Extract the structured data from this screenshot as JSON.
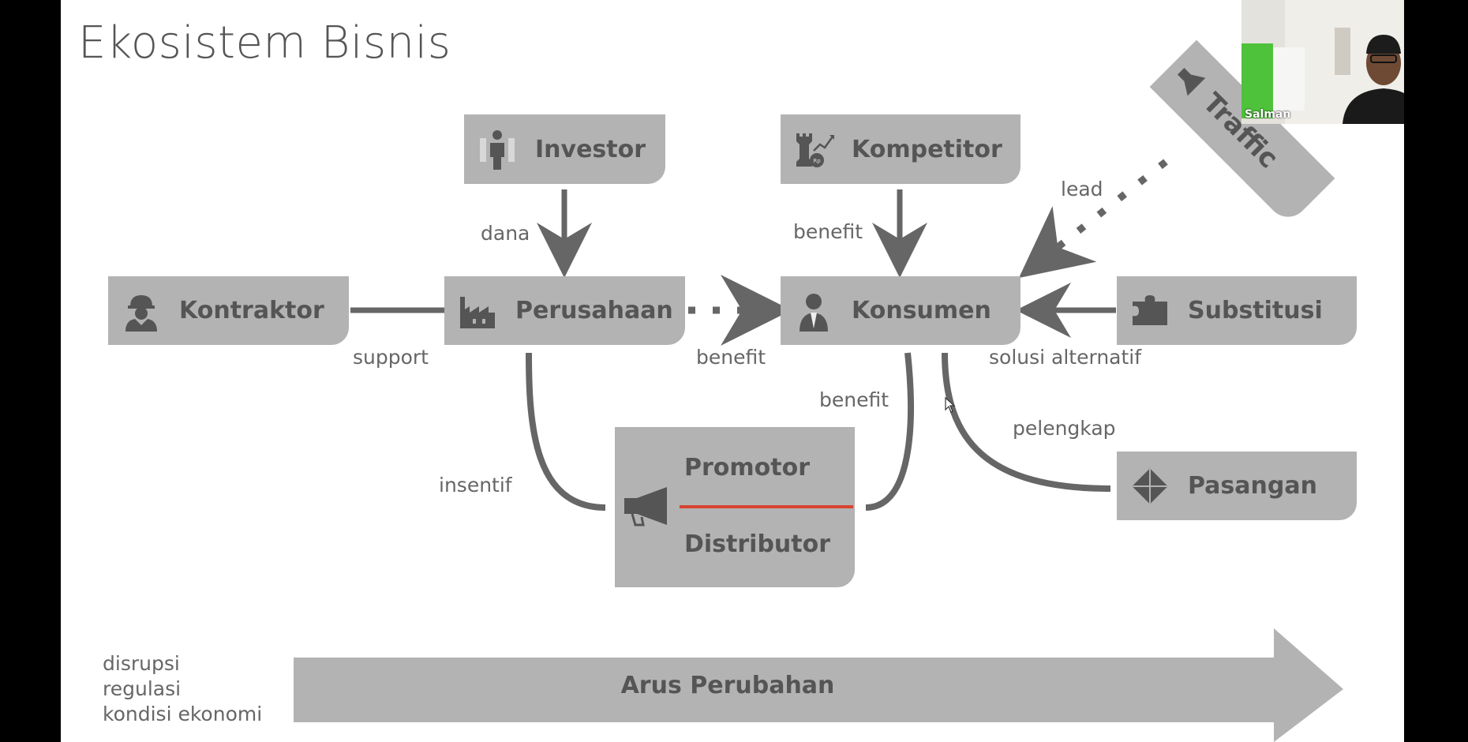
{
  "slide": {
    "title": "Ekosistem Bisnis"
  },
  "nodes": {
    "investor": {
      "label": "Investor",
      "icon": "businessman-icon"
    },
    "kompetitor": {
      "label": "Kompetitor",
      "icon": "chess-rook-growth-icon"
    },
    "kontraktor": {
      "label": "Kontraktor",
      "icon": "worker-helmet-icon"
    },
    "perusahaan": {
      "label": "Perusahaan",
      "icon": "factory-icon"
    },
    "konsumen": {
      "label": "Konsumen",
      "icon": "person-icon"
    },
    "substitusi": {
      "label": "Substitusi",
      "icon": "puzzle-piece-icon"
    },
    "pasangan": {
      "label": "Pasangan",
      "icon": "puzzle-pieces-icon"
    },
    "traffic": {
      "label": "Traffic",
      "icon": "megaphone-icon"
    },
    "promotor": {
      "label": "Promotor",
      "icon": "megaphone-icon"
    },
    "distributor": {
      "label": "Distributor"
    }
  },
  "edges": {
    "dana": "dana",
    "benefit_kompetitor": "benefit",
    "lead": "lead",
    "support": "support",
    "benefit_perusahaan": "benefit",
    "solusi": "solusi alternatif",
    "benefit_promotor": "benefit",
    "pelengkap": "pelengkap",
    "insentif": "insentif"
  },
  "change": {
    "arrow_label": "Arus Perubahan",
    "factors": [
      "disrupsi",
      "regulasi",
      "kondisi ekonomi"
    ]
  },
  "video": {
    "participant_name": "Salman"
  },
  "colors": {
    "box": "#b3b3b3",
    "text": "#555555",
    "arrow": "#666666",
    "accent": "#d64431"
  }
}
